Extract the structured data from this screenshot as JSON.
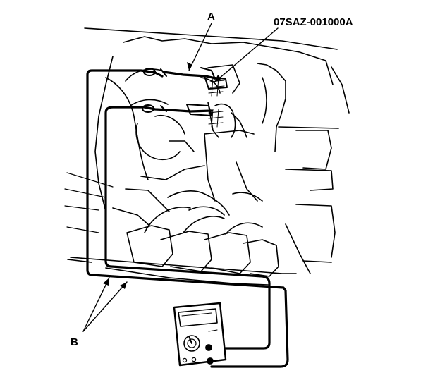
{
  "labels": {
    "callout_a": "A",
    "part_number": "07SAZ-001000A",
    "callout_b": "B"
  },
  "colors": {
    "ink": "#000000",
    "paper": "#ffffff"
  }
}
